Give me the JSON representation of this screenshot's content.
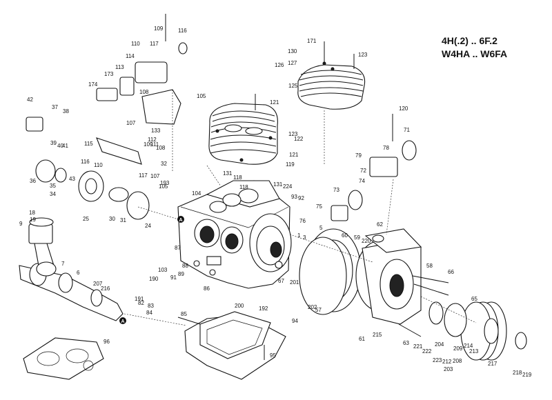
{
  "title": {
    "model_range_1": "4H(.2) .. 6F.2",
    "model_range_2": "W4HA .. W6FA"
  },
  "callouts": [
    "109",
    "116",
    "110",
    "117",
    "114",
    "113",
    "173",
    "174",
    "108",
    "105",
    "107",
    "133",
    "42",
    "37",
    "38",
    "39",
    "40",
    "41",
    "115",
    "112",
    "109",
    "111",
    "110",
    "117",
    "116",
    "108",
    "32",
    "36",
    "35",
    "34",
    "43",
    "25",
    "30",
    "31",
    "24",
    "107",
    "193",
    "105",
    "104",
    "131",
    "118",
    "118",
    "131",
    "224",
    "93",
    "92",
    "18",
    "19",
    "9",
    "7",
    "6",
    "207",
    "216",
    "87",
    "88",
    "89",
    "91",
    "86",
    "103",
    "190",
    "191",
    "82",
    "83",
    "84",
    "85",
    "200",
    "192",
    "94",
    "95",
    "96",
    "171",
    "130",
    "127",
    "126",
    "125",
    "121",
    "123",
    "123",
    "122",
    "121",
    "119",
    "120",
    "71",
    "78",
    "79",
    "72",
    "74",
    "73",
    "75",
    "76",
    "1",
    "3",
    "5",
    "60",
    "59",
    "220",
    "62",
    "67",
    "201",
    "202",
    "57",
    "58",
    "66",
    "65",
    "215",
    "61",
    "63",
    "221",
    "222",
    "223",
    "212",
    "209",
    "214",
    "213",
    "204",
    "208",
    "217",
    "203",
    "218",
    "219"
  ],
  "section_markers": [
    "A",
    "A"
  ],
  "colors": {
    "ink": "#111111",
    "paper": "#ffffff"
  },
  "icons": {
    "section_marker": "filled-circle-letter"
  }
}
